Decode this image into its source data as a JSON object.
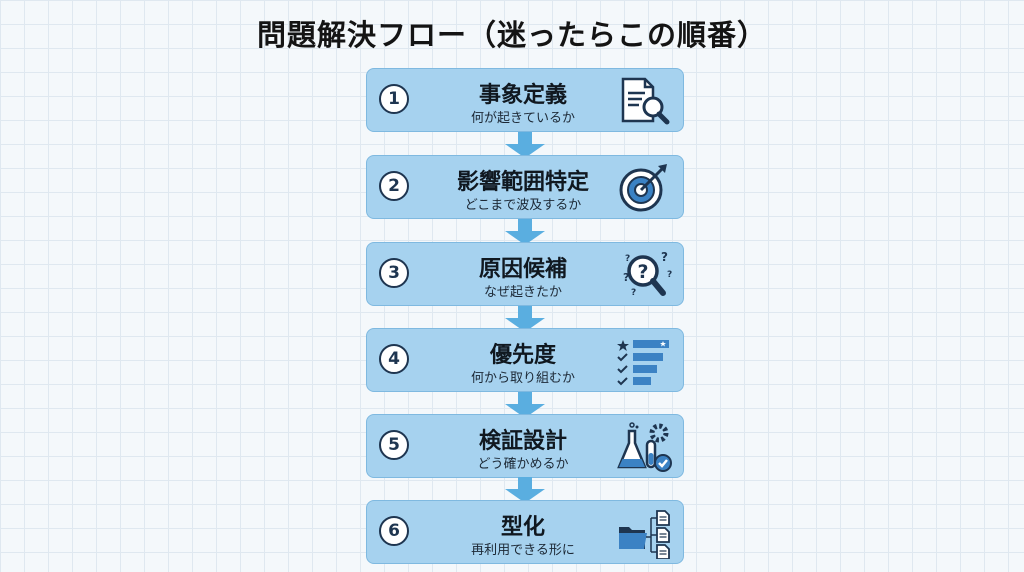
{
  "title": "問題解決フロー（迷ったらこの順番）",
  "steps": [
    {
      "number": "1",
      "title": "事象定義",
      "subtitle": "何が起きているか",
      "icon": "document-search-icon"
    },
    {
      "number": "2",
      "title": "影響範囲特定",
      "subtitle": "どこまで波及するか",
      "icon": "target-icon"
    },
    {
      "number": "3",
      "title": "原因候補",
      "subtitle": "なぜ起きたか",
      "icon": "question-magnifier-icon"
    },
    {
      "number": "4",
      "title": "優先度",
      "subtitle": "何から取り組むか",
      "icon": "priority-list-icon"
    },
    {
      "number": "5",
      "title": "検証設計",
      "subtitle": "どう確かめるか",
      "icon": "lab-flask-icon"
    },
    {
      "number": "6",
      "title": "型化",
      "subtitle": "再利用できる形に",
      "icon": "folder-documents-icon"
    }
  ],
  "colors": {
    "box_fill": "#a6d2ef",
    "box_border": "#7fb9e0",
    "arrow": "#5aaee0",
    "icon_dark": "#1e3550",
    "icon_blue": "#3b82c4"
  }
}
